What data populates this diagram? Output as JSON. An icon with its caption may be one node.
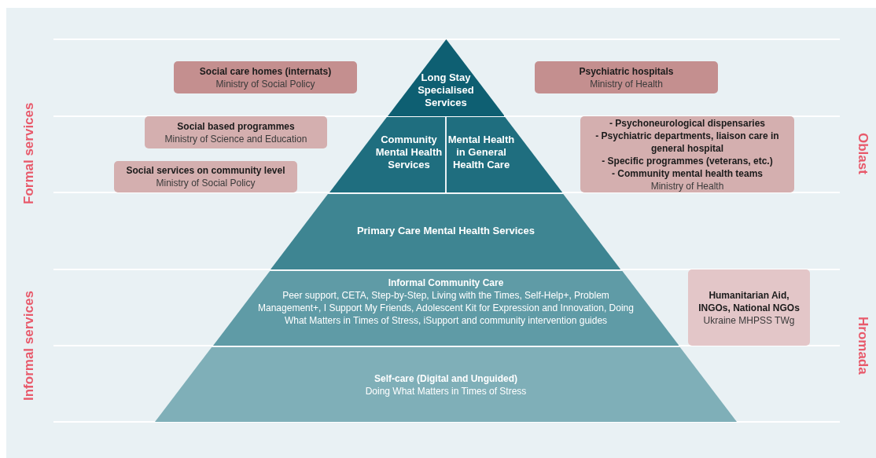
{
  "diagram": {
    "nodes": [
      {
        "text": [
          "Long Stay Specialised Services"
        ]
      },
      {
        "text": [
          "Community Mental Health Services"
        ]
      },
      {
        "text": [
          "Mental Health in General Health Care"
        ]
      },
      {
        "text": [
          "Primary Care Mental Health Services"
        ]
      },
      {
        "text": [
          "Informal Community Care",
          "Peer support, CETA, Step-by-Step, Living with the Times, Self-Help+, Problem Management+, I Support My Friends, Adolescent Kit for Expression and Innovation, Doing What Matters in Times of Stress, iSupport and community intervention guides"
        ]
      },
      {
        "text": [
          "Self-care (Digital and Unguided)",
          "Doing What Matters in Times of Stress"
        ]
      },
      {
        "text": [
          "Social care homes (internats)",
          "Ministry of Social Policy"
        ]
      },
      {
        "text": [
          "Psychiatric hospitals",
          "Ministry of Health"
        ]
      },
      {
        "text": [
          "Social based programmes",
          "Ministry of Science and Education"
        ]
      },
      {
        "text": [
          "Social services on community level",
          "Ministry of Social Policy"
        ]
      },
      {
        "text": [
          "- Psychoneurological dispensaries",
          "- Psychiatric departments, liaison care in general hospital",
          "- Specific programmes (veterans, etc.)",
          "- Community mental health teams",
          "Ministry of Health"
        ]
      },
      {
        "text": [
          "Humanitarian Aid, INGOs, National NGOs",
          "Ukraine MHPSS TWg"
        ]
      }
    ],
    "labels": [
      "Formal services",
      "Informal services",
      "Oblast",
      "Hromada"
    ]
  }
}
